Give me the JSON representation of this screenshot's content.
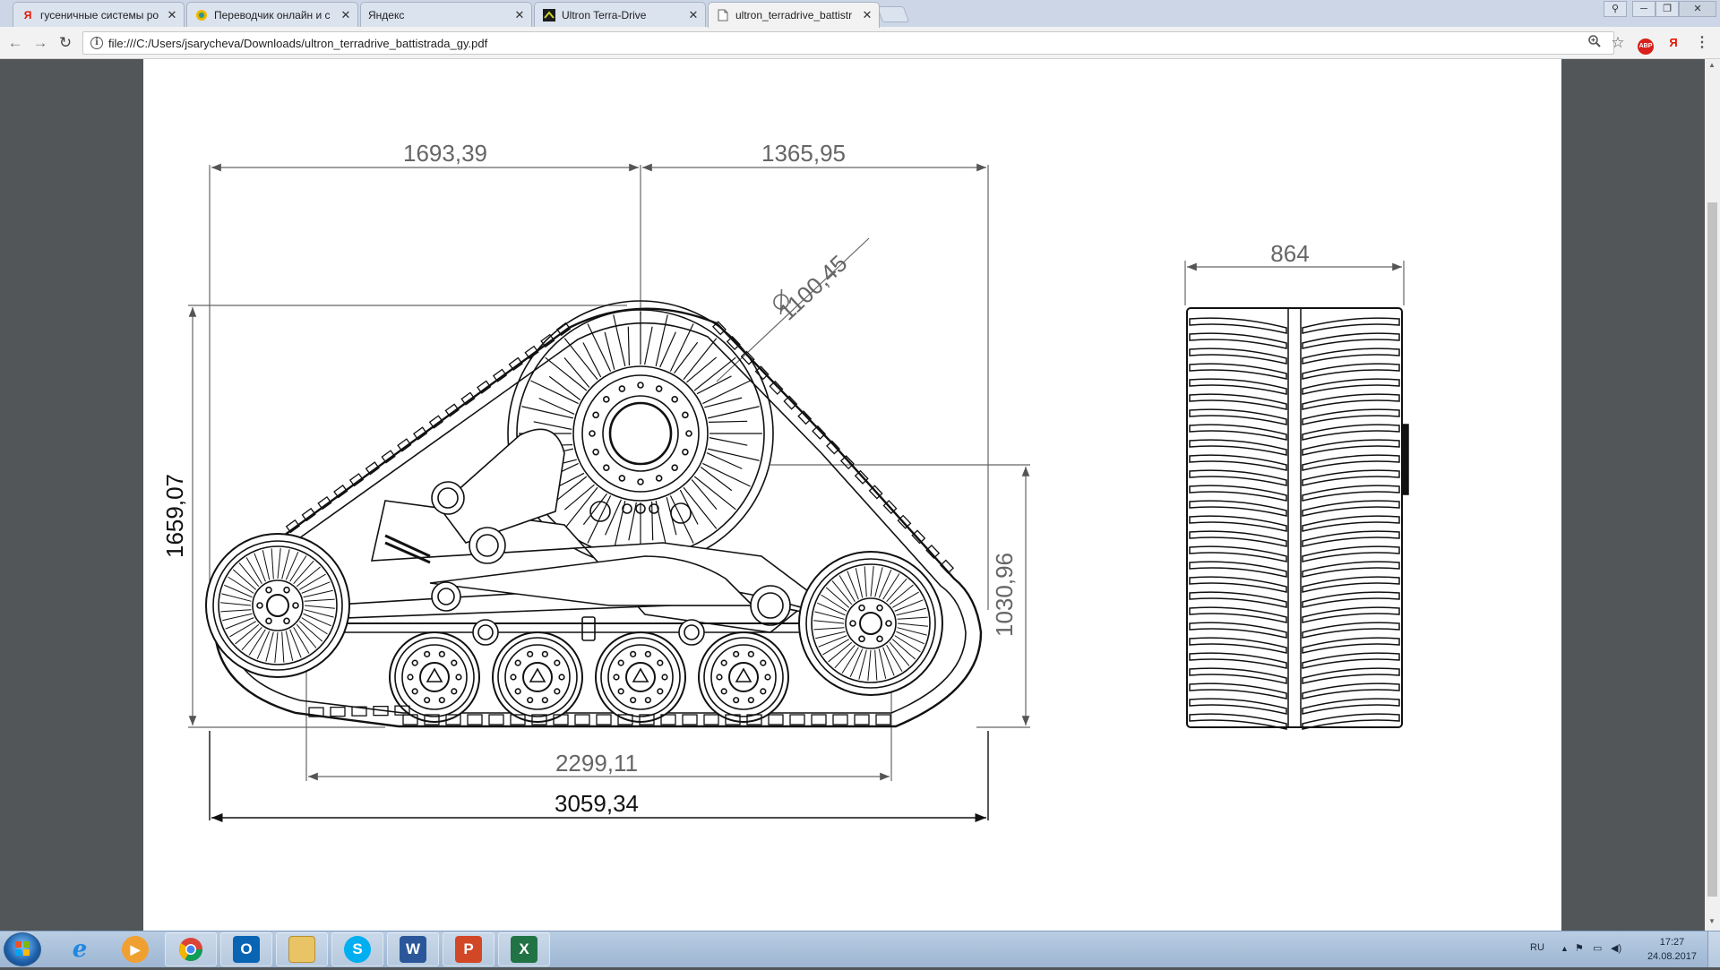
{
  "tabs": [
    {
      "title": "гусеничные системы ро",
      "favicon": "yandex-icon"
    },
    {
      "title": "Переводчик онлайн и с",
      "favicon": "translate-icon"
    },
    {
      "title": "Яндекс",
      "favicon": "blank-icon"
    },
    {
      "title": "Ultron Terra-Drive",
      "favicon": "ultron-icon"
    },
    {
      "title": "ultron_terradrive_battistr",
      "favicon": "document-icon",
      "active": true
    }
  ],
  "address_bar": {
    "url": "file:///C:/Users/jsarycheva/Downloads/ultron_terradrive_battistrada_gy.pdf"
  },
  "toolbar": {
    "abp_label": "ABP",
    "yandex_label": "Я"
  },
  "drawing": {
    "dim_top_left": "1693,39",
    "dim_top_right": "1365,95",
    "dim_diameter": "1100,45",
    "dim_height": "1659,07",
    "dim_axle_height": "1030,96",
    "dim_inner_length": "2299,11",
    "dim_total_length": "3059,34",
    "dim_track_width": "864"
  },
  "taskbar": {
    "apps": [
      "internet-explorer-icon",
      "media-player-icon",
      "chrome-icon",
      "outlook-icon",
      "explorer-icon",
      "skype-icon",
      "word-icon",
      "powerpoint-icon",
      "excel-icon"
    ],
    "language": "RU",
    "time": "17:27",
    "date": "24.08.2017"
  },
  "colors": {
    "pdf_background": "#525659",
    "tabstrip": "#ccd6e6",
    "taskbar": "#b9cde3"
  }
}
